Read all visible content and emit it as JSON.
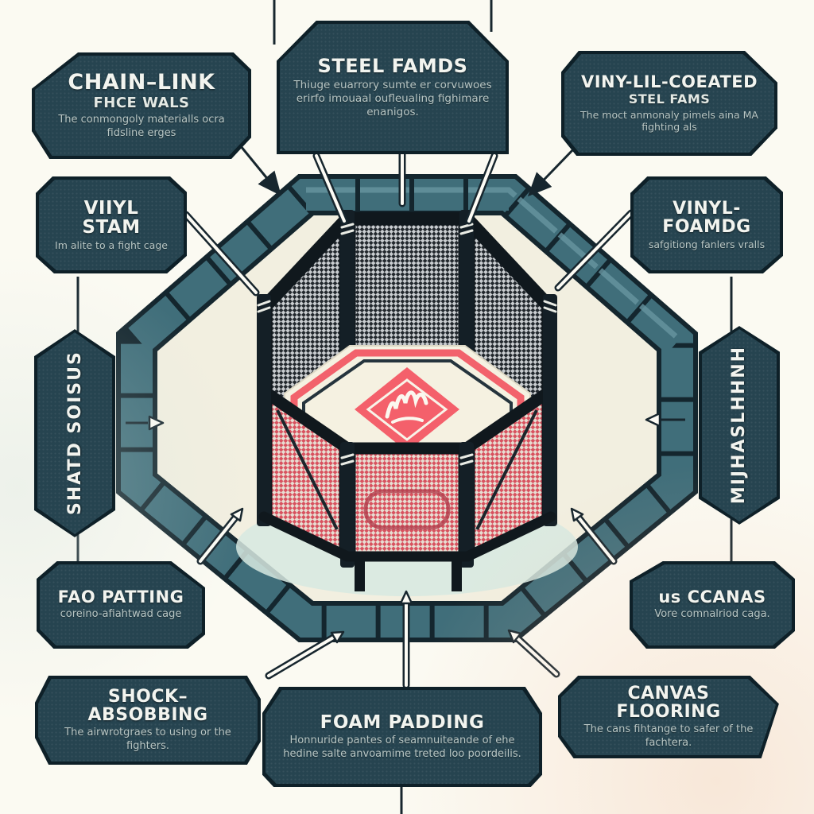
{
  "diagram_subject": "octagon-mma-cage-infographic",
  "colors": {
    "background": "#fbfaf2",
    "callout_panel": "#264450",
    "callout_border": "#0e2028",
    "ring_teal": "#3f6d7a",
    "dark_outline": "#14262e",
    "apron_cream": "#f2efe0",
    "mat_cream": "#f5f1e1",
    "accent_red": "#f2606b"
  },
  "boxes": {
    "chain_link": {
      "title": "CHAIN–LINK",
      "subtitle": "FHCE WALS",
      "body": "The conmongoly materialls ocra fidsline erges"
    },
    "steel_frames": {
      "title": "STEEL FAMDS",
      "body": "Thiuge euarrory sumte er corvuwoes erirfo imouaal oufleualing fighimare enanigos."
    },
    "vinyl_coated": {
      "title": "VINY-LIL-COEATED",
      "subtitle": "STEL FAMS",
      "body": "The moct anmonaly pimels aina MA fighting als"
    },
    "vinyl_stam": {
      "title": "VIIYL STAM",
      "body": "Im alite to a fight cage"
    },
    "vinyl_foamdg": {
      "title": "VINYL-FOAMDG",
      "body": "safgitiong fanlers vralls"
    },
    "shard_soisus": {
      "label": "SHATD SOISUS"
    },
    "mijhaslhhnh": {
      "label": "MIJHASLHHNH"
    },
    "fao_patting": {
      "title": "FAO PATTING",
      "body": "coreino-afiahtwad cage"
    },
    "us_ccanas": {
      "title": "us CCANAS",
      "body": "Vore comnalriod caga."
    },
    "shock_absorbing": {
      "title": "SHOCK–ABSOBBING",
      "body": "The airwrotgraes to using or the fighters."
    },
    "foam_padding": {
      "title": "FOAM PADDING",
      "body": "Honnuride pantes of seamnuiteande of ehe hedine salte anvoamime treted loo poordeilis."
    },
    "canvas_flooring": {
      "title": "CANVAS FLOORING",
      "body": "The cans fihtange to safer of the fachtera."
    }
  }
}
